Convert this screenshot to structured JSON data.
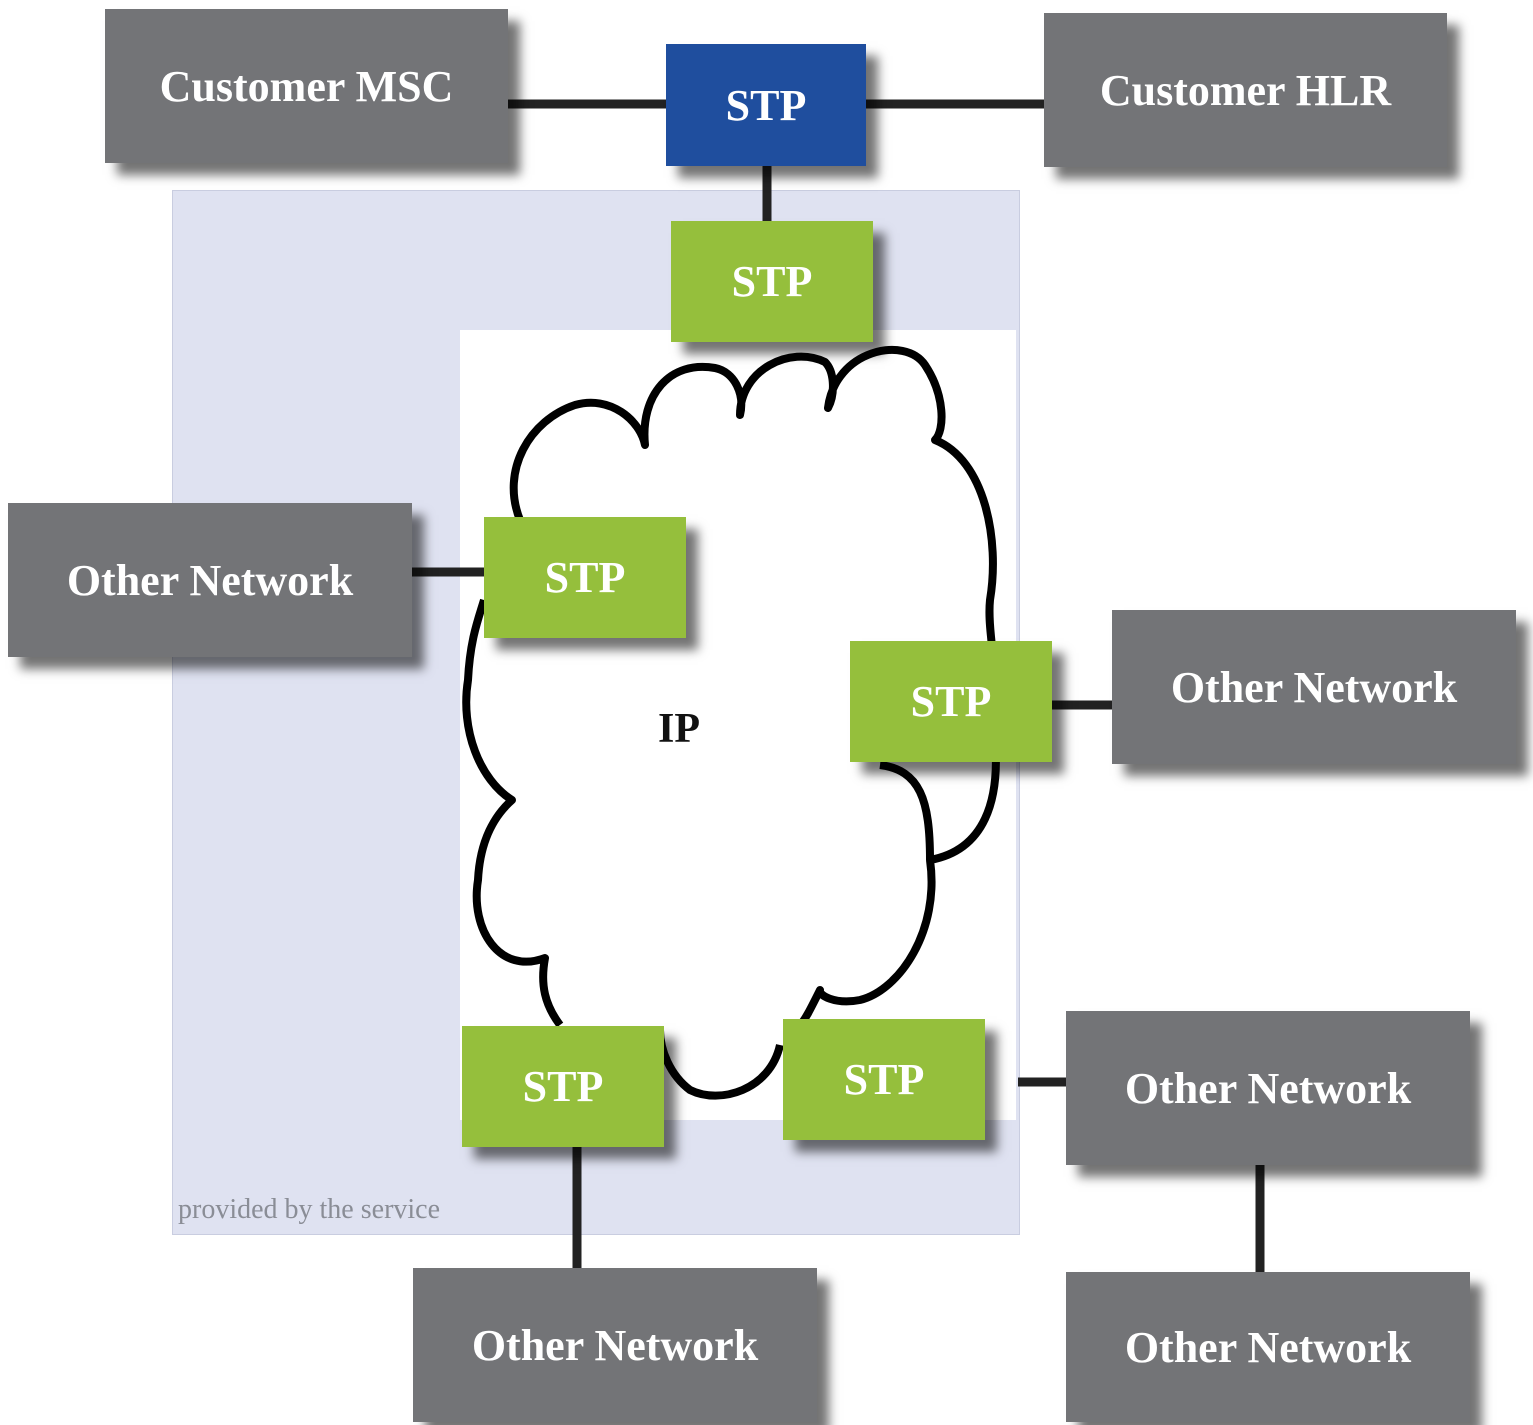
{
  "diagram": {
    "region_caption": "provided by the service",
    "cloud_label": "IP",
    "nodes": {
      "customer_msc": "Customer MSC",
      "customer_stp": "STP",
      "customer_hlr": "Customer HLR",
      "stp_top": "STP",
      "stp_left": "STP",
      "stp_right": "STP",
      "stp_bottom_left": "STP",
      "stp_bottom_right": "STP",
      "other_network_left": "Other Network",
      "other_network_right": "Other Network",
      "other_network_bottom_right_upper": "Other Network",
      "other_network_bottom_center": "Other Network",
      "other_network_bottom_right_lower": "Other Network"
    },
    "colors": {
      "customer_box": "#737477",
      "customer_stp": "#1f4e9e",
      "service_stp": "#95bf3c",
      "service_region": "#dfe2f1",
      "connector": "#222222"
    }
  }
}
